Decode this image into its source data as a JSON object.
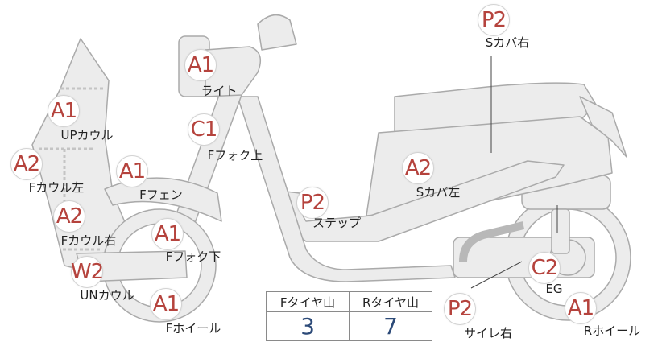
{
  "parts": [
    {
      "code": "A1",
      "label": "ライト"
    },
    {
      "code": "A1",
      "label": "UPカウル"
    },
    {
      "code": "C1",
      "label": "Fフォク上"
    },
    {
      "code": "A2",
      "label": "Fカウル左"
    },
    {
      "code": "A1",
      "label": "Fフェン"
    },
    {
      "code": "A2",
      "label": "Fカウル右"
    },
    {
      "code": "A1",
      "label": "Fフォク下"
    },
    {
      "code": "W2",
      "label": "UNカウル"
    },
    {
      "code": "A1",
      "label": "Fホイール"
    },
    {
      "code": "P2",
      "label": "ステップ"
    },
    {
      "code": "A2",
      "label": "Sカバ左"
    },
    {
      "code": "P2",
      "label": "Sカバ右"
    },
    {
      "code": "C2",
      "label": "EG"
    },
    {
      "code": "P2",
      "label": "サイレ右"
    },
    {
      "code": "A1",
      "label": "Rホイール"
    }
  ],
  "tire_table": {
    "front_header": "Fタイヤ山",
    "rear_header": "Rタイヤ山",
    "front_value": "3",
    "rear_value": "7"
  }
}
